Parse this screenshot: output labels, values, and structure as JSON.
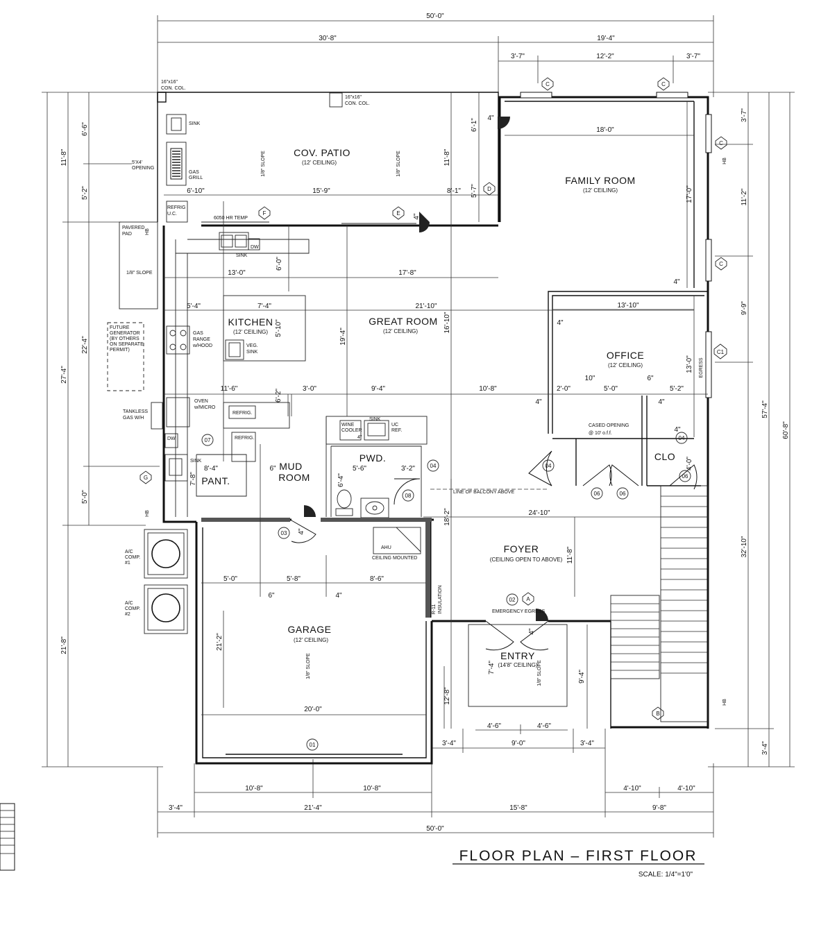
{
  "title": {
    "text": "FLOOR PLAN – FIRST FLOOR",
    "scale": "SCALE: 1/4\"=1'0\""
  },
  "rooms": {
    "cov_patio": {
      "name": "COV. PATIO",
      "ceiling": "(12' CEILING)"
    },
    "family_room": {
      "name": "FAMILY ROOM",
      "ceiling": "(12' CEILING)"
    },
    "kitchen": {
      "name": "KITCHEN",
      "ceiling": "(12' CEILING)"
    },
    "great_room": {
      "name": "GREAT ROOM",
      "ceiling": "(12' CEILING)"
    },
    "office": {
      "name": "OFFICE",
      "ceiling": "(12' CEILING)"
    },
    "mud_room": {
      "name1": "MUD",
      "name2": "ROOM"
    },
    "pwd": {
      "name": "PWD."
    },
    "pant": {
      "name": "PANT."
    },
    "clo": {
      "name": "CLO"
    },
    "foyer": {
      "name": "FOYER",
      "ceiling": "(CEILING OPEN TO ABOVE)"
    },
    "garage": {
      "name": "GARAGE",
      "ceiling": "(12' CEILING)"
    },
    "entry": {
      "name": "ENTRY",
      "ceiling": "(14'8\" CEILING)"
    }
  },
  "dims_top": {
    "overall": "50'-0\"",
    "left": "30'-8\"",
    "right": "19'-4\"",
    "r1": "3'-7\"",
    "r2": "12'-2\"",
    "r3": "3'-7\""
  },
  "dims_bottom": {
    "g1": "10'-8\"",
    "g2": "10'-8\"",
    "b1": "3'-4\"",
    "b2": "21'-4\"",
    "b3": "15'-8\"",
    "b4": "9'-8\"",
    "s1": "4'-10\"",
    "s2": "4'-10\"",
    "overall": "50'-0\"",
    "e1": "3'-4\"",
    "e2": "9'-0\"",
    "e3": "3'-4\"",
    "e4": "4'-6\"",
    "e5": "4'-6\""
  },
  "dims_left": {
    "a1": "11'-8\"",
    "a2": "27'-4\"",
    "a3": "21'-8\"",
    "b1": "6'-6\"",
    "b2": "5'-2\"",
    "b3": "22'-4\"",
    "b4": "5'-0\""
  },
  "dims_right": {
    "a1": "3'-7\"",
    "a2": "11'-2\"",
    "a3": "9'-9\"",
    "a4": "32'-10\"",
    "a5": "3'-4\"",
    "b1": "57'-4\"",
    "b2": "60'-8\""
  },
  "dims_interior": {
    "patio_left": "6'-10\"",
    "patio_mid": "15'-9\"",
    "patio_right": "8'-1\"",
    "patio_height": "11'-8\"",
    "patio_r1": "6'-1\"",
    "patio_r2": "5'-7\"",
    "family_w": "18'-0\"",
    "family_h": "17'-0\"",
    "k1": "13'-0\"",
    "k2": "17'-8\"",
    "k3": "6'-0\"",
    "k4": "5'-4\"",
    "k5": "7'-4\"",
    "k6": "21'-10\"",
    "k7": "5'-10\"",
    "great_h": "16'-10\"",
    "great_h2": "19'-4\"",
    "office_w": "13'-10\"",
    "office_h": "13'-0\"",
    "office_4a": "4\"",
    "office_4b": "4\"",
    "r1": "11'-6\"",
    "r2": "6'-2\"",
    "r3": "3'-0\"",
    "r4": "9'-4\"",
    "r5": "10'-8\"",
    "r6": "2'-0\"",
    "r7": "10\"",
    "r8": "5'-0\"",
    "r9": "6\"",
    "r10": "5'-2\"",
    "r11": "4\"",
    "r12": "4\"",
    "pant_w": "8'-4\"",
    "pant_h": "7'-8\"",
    "mud6": "6\"",
    "pwd_w": "5'-6\"",
    "pwd2": "3'-2\"",
    "pwd_h": "6'-4\"",
    "foyer_w": "24'-10\"",
    "foyer_h1": "18'-2\"",
    "foyer_h2": "11'-8\"",
    "g_w1": "5'-0\"",
    "g_w2": "5'-8\"",
    "g_w3": "8'-6\"",
    "g6": "6\"",
    "g4": "4\"",
    "g_h": "21'-2\"",
    "g_w": "20'-0\"",
    "entry_h": "7'-4\"",
    "entry_h2": "12'-8\"",
    "stair_h": "9'-4\"",
    "clo_h": "4'-0\"",
    "d4a": "4\"",
    "d4b": "4\"",
    "d4c": "4\"",
    "d4d": "4\"",
    "d4e": "4\""
  },
  "annotations": {
    "col1_a": "16\"x16\"",
    "col1_b": "CON. COL.",
    "col2_a": "16\"x16\"",
    "col2_b": "CON. COL.",
    "sink1": "SINK",
    "opening_a": "5'X4'",
    "opening_b": "OPENING",
    "gas_grill_a": "GAS",
    "gas_grill_b": "GRILL",
    "refrig_uc_a": "REFRIG",
    "refrig_uc_b": "U.C.",
    "slope1": "1/8\" SLOPE",
    "slope2": "1/8\" SLOPE",
    "slope3": "1/8\" SLOPE",
    "slope4": "1/8\" SLOPE",
    "slope5": "1/8\" SLOPE",
    "hr_temp": "6050 HR TEMP",
    "paved_a": "PAVERED",
    "paved_b": "PAD",
    "kit_sink": "SINK",
    "dw1": "DW",
    "gas_range_a": "GAS",
    "gas_range_b": "RANGE",
    "gas_range_c": "w/HOOD",
    "veg_a": "VEG.",
    "veg_b": "SINK",
    "gen_a": "FUTURE",
    "gen_b": "GENERATOR",
    "gen_c": "(BY OTHERS",
    "gen_d": "ON SEPARATE",
    "gen_e": "PERMIT)",
    "oven_a": "OVEN",
    "oven_b": "w/MICRO",
    "refrig1": "REFRIG.",
    "refrig2": "REFRIG.",
    "tankless_a": "TANKLESS",
    "tankless_b": "GAS W/H",
    "dw2": "DW",
    "sink3": "SINK",
    "wine_a": "WINE",
    "wine_b": "COOLER",
    "sink4": "SINK",
    "uc_a": "UC",
    "uc_b": "REF.",
    "cased_a": "CASED OPENING",
    "cased_b": "@ 10' o.f.f.",
    "balcony": "LINE OF BALCONY ABOVE",
    "ahu": "AHU",
    "ceil_mounted": "CEILING MOUNTED",
    "ac1_a": "A/C",
    "ac1_b": "COMP.",
    "ac1_c": "#1",
    "ac2_a": "A/C",
    "ac2_b": "COMP.",
    "ac2_c": "#2",
    "insul_a": "R-11",
    "insul_b": "INSULATION",
    "egress": "EMERGENCY EGRESS",
    "egress2": "EGRESS",
    "hb": "HB",
    "ins4": "4\""
  },
  "tags": {
    "c1": "C",
    "c2": "C",
    "c3": "C",
    "c4": "C",
    "c5": "C1",
    "d": "D",
    "e": "E",
    "f": "F",
    "g": "G",
    "a": "A",
    "b": "B",
    "t01": "01",
    "t02": "02",
    "t03": "03",
    "t04a": "04",
    "t04b": "04",
    "t04c": "04",
    "t06a": "06",
    "t06b": "06",
    "t06c": "06",
    "t07": "07",
    "t08": "08"
  }
}
